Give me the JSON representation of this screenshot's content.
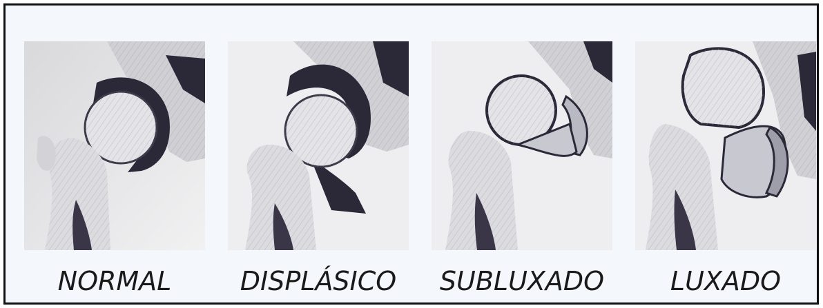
{
  "figure": {
    "panels": [
      {
        "id": "normal",
        "caption": "NORMAL",
        "stage": 0
      },
      {
        "id": "displasico",
        "caption": "DISPLÁSICO",
        "stage": 1
      },
      {
        "id": "subluxado",
        "caption": "SUBLUXADO",
        "stage": 2
      },
      {
        "id": "luxado",
        "caption": "LUXADO",
        "stage": 3
      }
    ]
  },
  "colors": {
    "frame_border": "#111111",
    "frame_background": "#f4f8fd",
    "bone_light": "#e7e7ea",
    "bone_shade": "#bdbdc4",
    "cavity_dark": "#2b2838",
    "caption_text": "#1a1a1a"
  }
}
